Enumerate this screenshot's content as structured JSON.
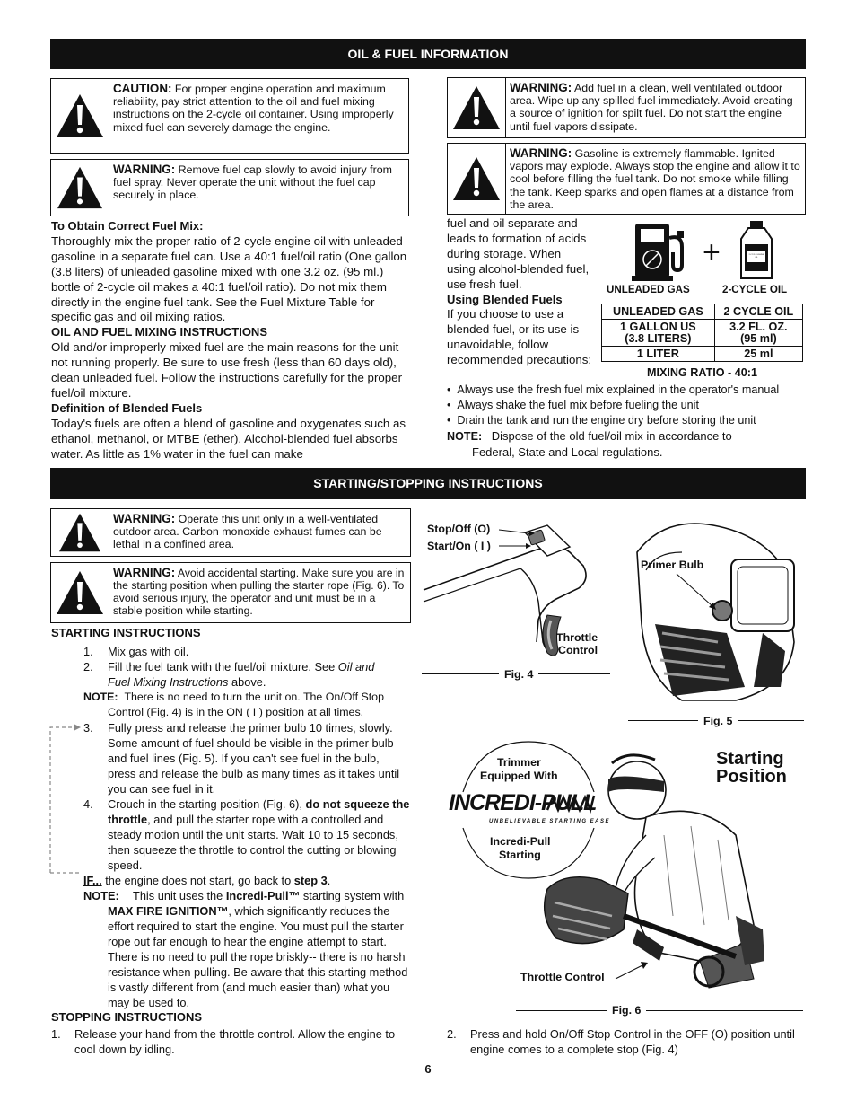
{
  "oil_fuel": {
    "header": "OIL & FUEL INFORMATION",
    "caution_title": "CAUTION:",
    "caution_text": "For proper engine operation and maximum reliability, pay strict attention to the oil and fuel mixing instructions on the 2-cycle oil container. Using improperly mixed fuel can severely damage the engine.",
    "warn1_title": "WARNING:",
    "warn1_text": "Remove fuel cap slowly to avoid injury from fuel spray. Never operate the unit without the fuel cap securely in place.",
    "warn2_title": "WARNING:",
    "warn2_text": "Add fuel in a clean, well ventilated outdoor area. Wipe up any spilled fuel immediately. Avoid creating a source of ignition for spilt fuel. Do not start the engine until fuel vapors dissipate.",
    "warn3_title": "WARNING:",
    "warn3_text": "Gasoline is extremely flammable. Ignited vapors may explode. Always stop the engine and allow it to cool before filling the fuel tank. Do not smoke while filling the tank. Keep sparks and open flames at a distance from the area.",
    "mix_heading": "To Obtain Correct Fuel Mix:",
    "mix_text": "Thoroughly mix the proper ratio of 2-cycle engine oil with unleaded gasoline in a separate fuel can. Use a 40:1 fuel/oil ratio (One gallon (3.8 liters) of unleaded gasoline mixed with one 3.2 oz. (95 ml.) bottle of 2-cycle oil makes a 40:1 fuel/oil ratio). Do not mix them directly in the engine fuel tank. See the Fuel Mixture Table for specific gas and oil mixing ratios.",
    "oilfuel_heading": "OIL AND FUEL MIXING INSTRUCTIONS",
    "oilfuel_text": "Old and/or improperly mixed fuel are the main reasons for the unit not running properly. Be sure to use fresh (less than 60 days old), clean unleaded fuel. Follow the instructions carefully for the proper fuel/oil mixture.",
    "blended_def_heading": "Definition of Blended Fuels",
    "blended_def_text": "Today's fuels are often a blend of gasoline and oxygenates such as ethanol, methanol, or MTBE (ether). Alcohol-blended fuel absorbs water. As little as 1% water in the fuel can make",
    "cont_text": "fuel and oil separate and leads to formation of acids during storage. When using alcohol-blended fuel, use fresh fuel.",
    "using_blended_heading": "Using Blended Fuels",
    "using_blended_text": "If you choose to use a blended fuel, or its use is unavoidable, follow recommended precautions:",
    "gas_label": "UNLEADED GAS",
    "oil_label": "2-CYCLE OIL",
    "plus": "+",
    "oil_bottle_text": "2-CYCLE ENGINE OIL",
    "table": {
      "col1": "UNLEADED GAS",
      "col2": "2 CYCLE OIL",
      "r1c1a": "1 GALLON US",
      "r1c1b": "(3.8 LITERS)",
      "r1c2a": "3.2 FL. OZ.",
      "r1c2b": "(95 ml)",
      "r2c1": "1 LITER",
      "r2c2": "25 ml",
      "ratio": "MIXING RATIO - 40:1"
    },
    "bullets": [
      "Always use the fresh fuel mix explained in the operator's manual",
      "Always shake the fuel mix before fueling the unit",
      "Drain the tank and run the engine dry before storing the unit"
    ],
    "note_label": "NOTE:",
    "note_text1": "Dispose of the old fuel/oil mix in accordance to",
    "note_text2": "Federal, State and Local regulations."
  },
  "starting": {
    "header": "STARTING/STOPPING INSTRUCTIONS",
    "warn4_title": "WARNING:",
    "warn4_text": "Operate this unit only in a well-ventilated outdoor area. Carbon monoxide exhaust fumes can be lethal in a confined area.",
    "warn5_title": "WARNING:",
    "warn5_text": "Avoid accidental starting. Make sure you are in the starting position when pulling the starter rope (Fig. 6). To avoid serious injury, the operator and unit must be in a stable position while starting.",
    "start_heading": "STARTING INSTRUCTIONS",
    "s1_num": "1.",
    "s1": "Mix gas with oil.",
    "s2_num": "2.",
    "s2a": "Fill the fuel tank with the fuel/oil mixture. See",
    "s2_italic1": "Oil and",
    "s2_italic2": "Fuel Mixing Instructions",
    "s2b": "above.",
    "note1_label": "NOTE:",
    "note1a": "There is no need to turn the unit on. The On/Off Stop",
    "note1b": "Control (Fig. 4) is in the ON ( I ) position at all times.",
    "s3_num": "3.",
    "s3": "Fully press and release the primer bulb 10 times, slowly. Some amount of fuel should be visible in the primer bulb and fuel lines (Fig. 5). If you can't see fuel in the bulb, press and release the bulb as many times as it takes until you can see fuel in it.",
    "s4_num": "4.",
    "s4a": "Crouch in the starting position (Fig. 6),",
    "s4_bold": "do not squeeze the throttle",
    "s4b": ", and pull the starter rope with a controlled and steady motion until the unit starts. Wait 10 to 15 seconds, then squeeze the throttle to control the cutting or blowing speed.",
    "if_label": "IF...",
    "if_text": "the engine does not start, go back to",
    "if_step": "step 3",
    "if_end": ".",
    "note2_label": "NOTE:",
    "note2a": "This unit uses the",
    "note2_b1": "Incredi-Pull™",
    "note2b": "starting system with",
    "note2_b2": "MAX FIRE IGNITION™",
    "note2c": ", which significantly reduces the effort required to start the engine. You must pull the starter rope out far enough to hear the engine attempt to start. There is no need to pull the rope briskly-- there is no harsh resistance when pulling. Be aware that this starting method is vastly different from (and much easier than) what you may be used to.",
    "stop_heading": "STOPPING INSTRUCTIONS",
    "st1_num": "1.",
    "st1": "Release your hand from the throttle control. Allow the engine to cool down by idling.",
    "st2_num": "2.",
    "st2": "Press and hold On/Off Stop Control in the OFF (O) position until engine comes to a complete stop (Fig. 4)"
  },
  "figures": {
    "stop_off": "Stop/Off (O)",
    "start_on": "Start/On ( I )",
    "throttle1": "Throttle",
    "throttle2": "Control",
    "fig4": "Fig. 4",
    "primer": "Primer Bulb",
    "fig5": "Fig. 5",
    "trimmer1": "Trimmer",
    "trimmer2": "Equipped With",
    "logo": "INCREDI-PULL",
    "logo_tag": "UNBELIEVABLE STARTING EASE",
    "ip1": "Incredi-Pull",
    "ip2": "Starting",
    "starting_pos1": "Starting",
    "starting_pos2": "Position",
    "throttle_control": "Throttle Control",
    "fig6": "Fig. 6"
  },
  "page_number": "6"
}
